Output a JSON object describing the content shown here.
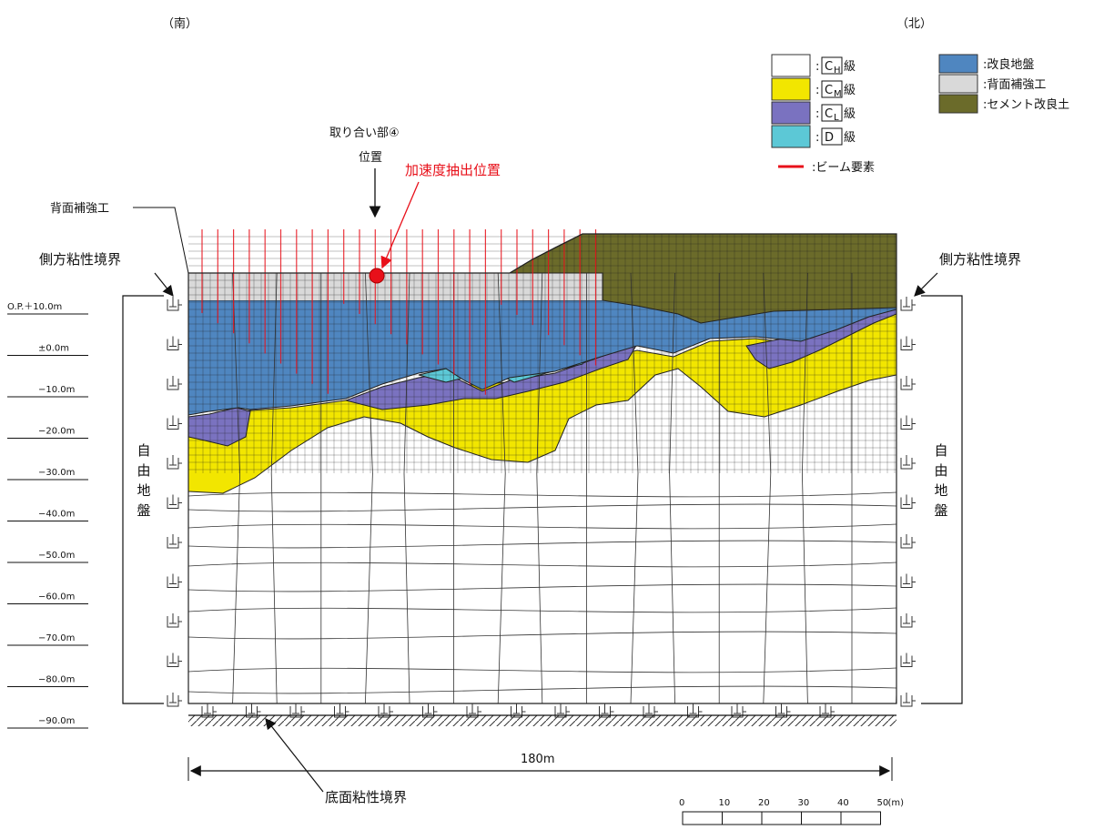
{
  "directions": {
    "south": "（南）",
    "north": "（北）"
  },
  "legend": {
    "left": [
      {
        "prefix": ":",
        "box": "C",
        "sub": "H",
        "suffix": "級",
        "color": "#ffffff"
      },
      {
        "prefix": ":",
        "box": "C",
        "sub": "M",
        "suffix": "級",
        "color": "#f2e600"
      },
      {
        "prefix": ":",
        "box": "C",
        "sub": "L",
        "suffix": "級",
        "color": "#7a72c0"
      },
      {
        "prefix": ":",
        "box": "D",
        "sub": "",
        "suffix": " 級",
        "color": "#5cc8d6"
      }
    ],
    "right": [
      {
        "label": ":改良地盤",
        "color": "#4f86c0"
      },
      {
        "label": ":背面補強工",
        "color": "#d9d9d9"
      },
      {
        "label": ":セメント改良土",
        "color": "#6b6b2a"
      }
    ],
    "beam": {
      "label": ":ビーム要素",
      "color": "#e8101a"
    }
  },
  "labels": {
    "junction_line1": "取り合い部④",
    "junction_line2": "位置",
    "accel_point": "加速度抽出位置",
    "back_reinforcement": "背面補強工",
    "lateral_boundary_left": "側方粘性境界",
    "lateral_boundary_right": "側方粘性境界",
    "free_ground_left": "自由地盤",
    "free_ground_right": "自由地盤",
    "bottom_boundary": "底面粘性境界",
    "width": "180m"
  },
  "elevations": [
    "O.P.＋10.0m",
    "±0.0m",
    "−10.0m",
    "−20.0m",
    "−30.0m",
    "−40.0m",
    "−50.0m",
    "−60.0m",
    "−70.0m",
    "−80.0m",
    "−90.0m"
  ],
  "scale": {
    "ticks": [
      "0",
      "10",
      "20",
      "30",
      "40",
      "50"
    ],
    "unit": "(m)"
  }
}
